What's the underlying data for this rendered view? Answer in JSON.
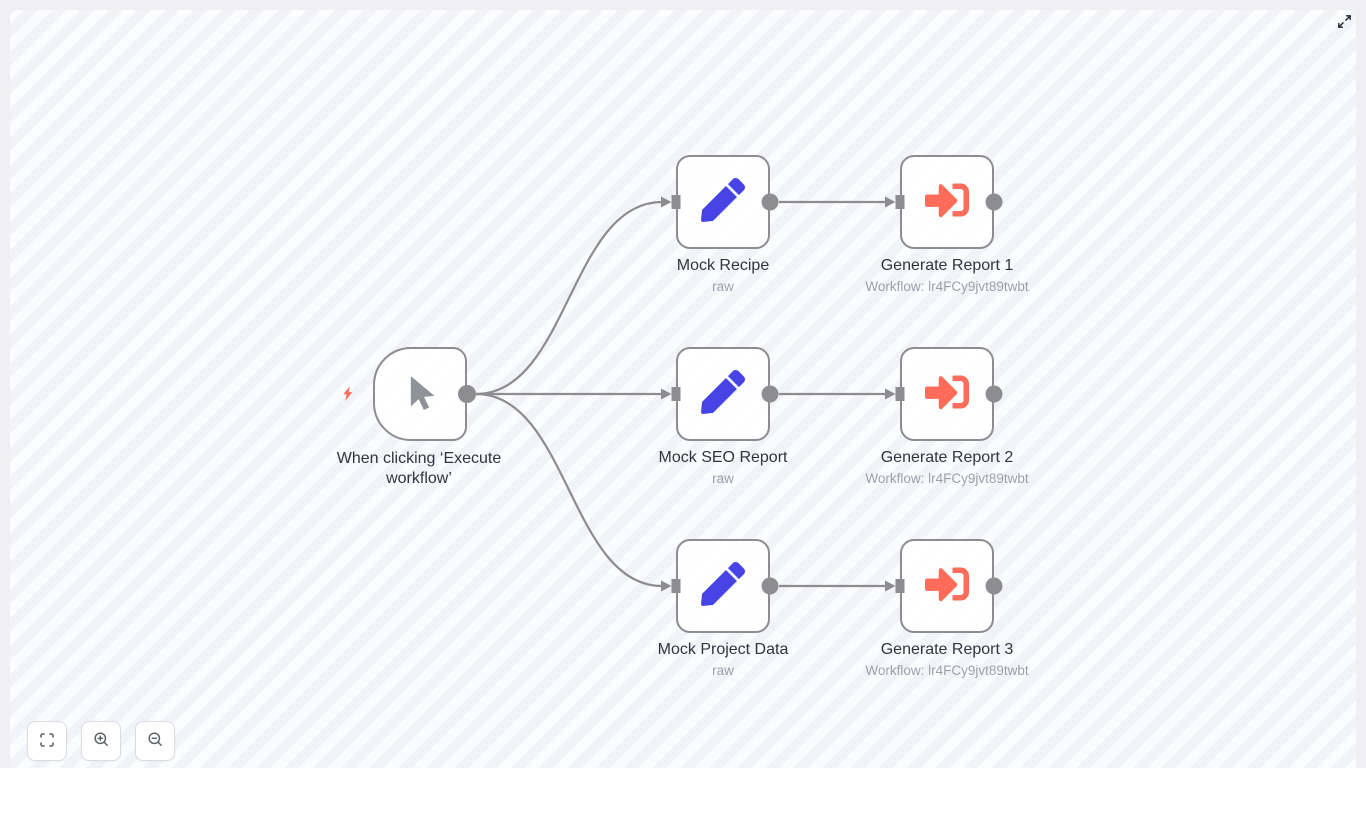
{
  "app": "workflow-canvas",
  "colors": {
    "accent_coral": "#ff6d5a",
    "icon_blue": "#4644e4",
    "wire_gray": "#8c8c91",
    "stripe_light": "#fbfcfe",
    "stripe_dark": "#f2f3f9",
    "frame_gray": "#f0f0f2",
    "title_text": "#2f363d",
    "subtitle_text": "#9ba1a9"
  },
  "trigger": {
    "label": "When clicking ‘Execute workflow’",
    "icons": [
      "lightning-bolt",
      "cursor-pointer"
    ]
  },
  "nodes": [
    {
      "title": "Mock Recipe",
      "subtitle": "raw",
      "icon": "pencil"
    },
    {
      "title": "Generate Report 1",
      "subtitle": "Workflow: lr4FCy9jvt89twbt",
      "icon": "sign-in-arrow"
    },
    {
      "title": "Mock SEO Report",
      "subtitle": "raw",
      "icon": "pencil"
    },
    {
      "title": "Generate Report 2",
      "subtitle": "Workflow: lr4FCy9jvt89twbt",
      "icon": "sign-in-arrow"
    },
    {
      "title": "Mock Project Data",
      "subtitle": "raw",
      "icon": "pencil"
    },
    {
      "title": "Generate Report 3",
      "subtitle": "Workflow: lr4FCy9jvt89twbt",
      "icon": "sign-in-arrow"
    }
  ],
  "controls": {
    "fit_view": "fit-view",
    "zoom_in": "zoom-in",
    "zoom_out": "zoom-out",
    "expand": "expand-canvas"
  }
}
